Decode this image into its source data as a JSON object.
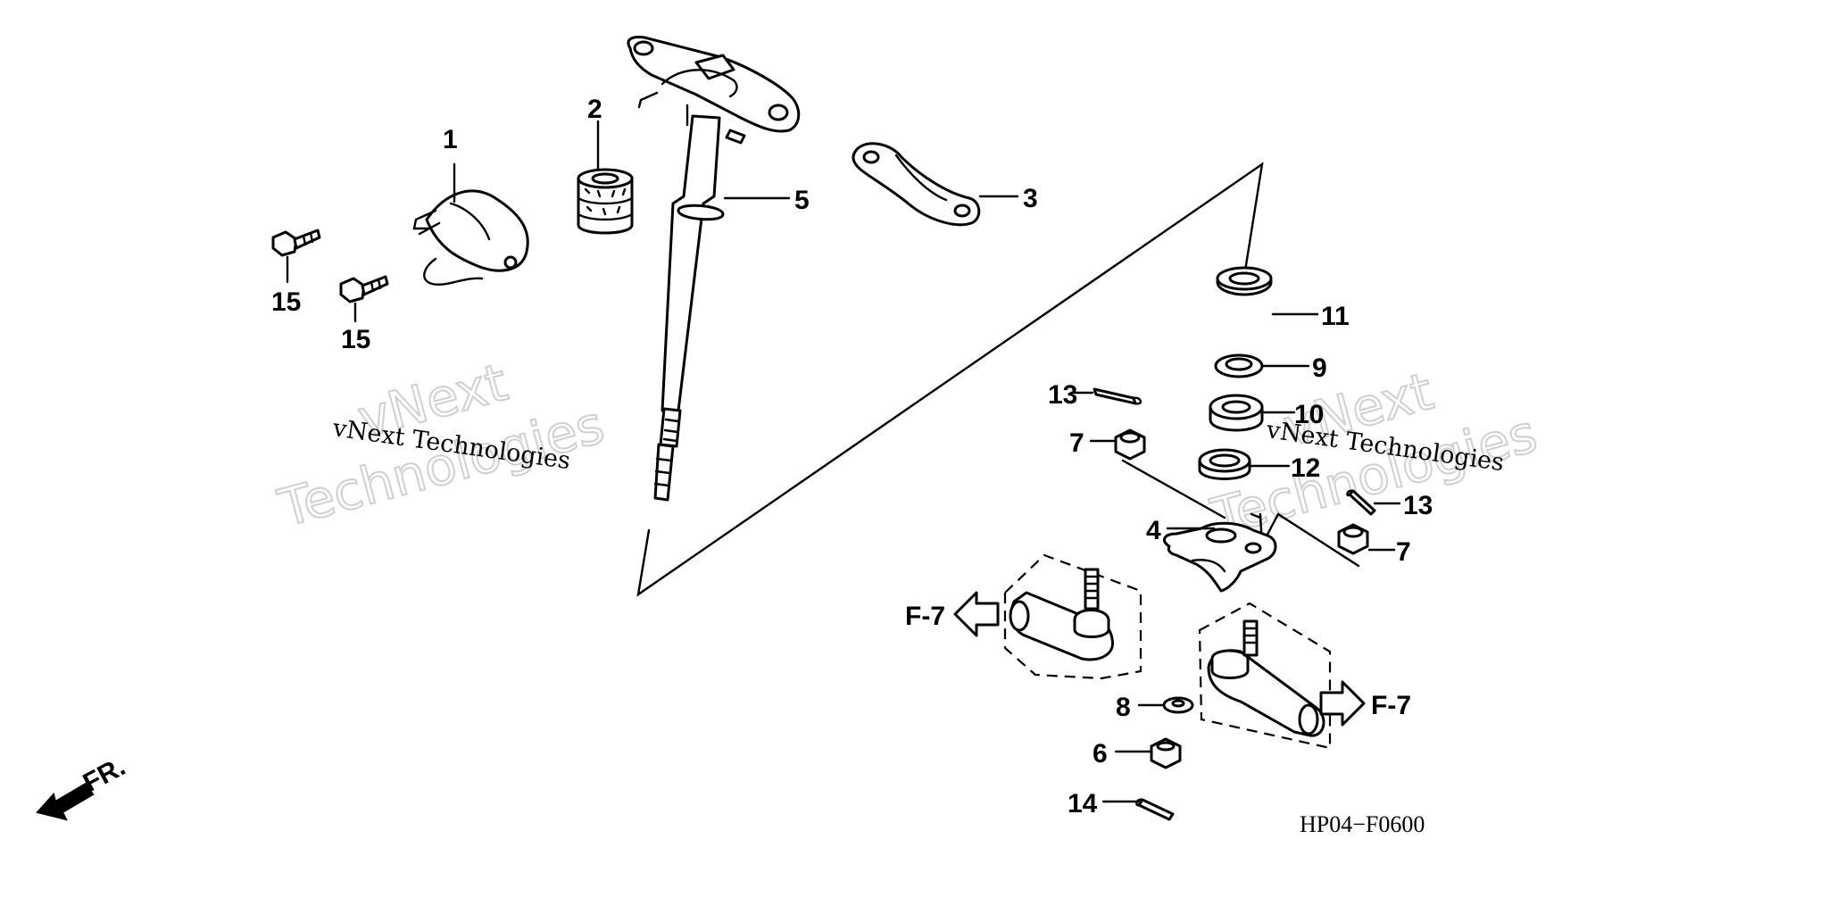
{
  "diagram": {
    "callouts": {
      "p1": "1",
      "p2": "2",
      "p3": "3",
      "p4": "4",
      "p5": "5",
      "p6": "6",
      "p7a": "7",
      "p7b": "7",
      "p8": "8",
      "p9": "9",
      "p10": "10",
      "p11": "11",
      "p12": "12",
      "p13a": "13",
      "p13b": "13",
      "p14": "14",
      "p15a": "15",
      "p15b": "15"
    },
    "references": {
      "left": "F-7",
      "right": "F-7",
      "direction": "FR."
    },
    "diagram_code": "HP04−F0600"
  },
  "watermark": {
    "brand": "vNext",
    "word": "Technologies",
    "line": "vNext Technologies"
  }
}
